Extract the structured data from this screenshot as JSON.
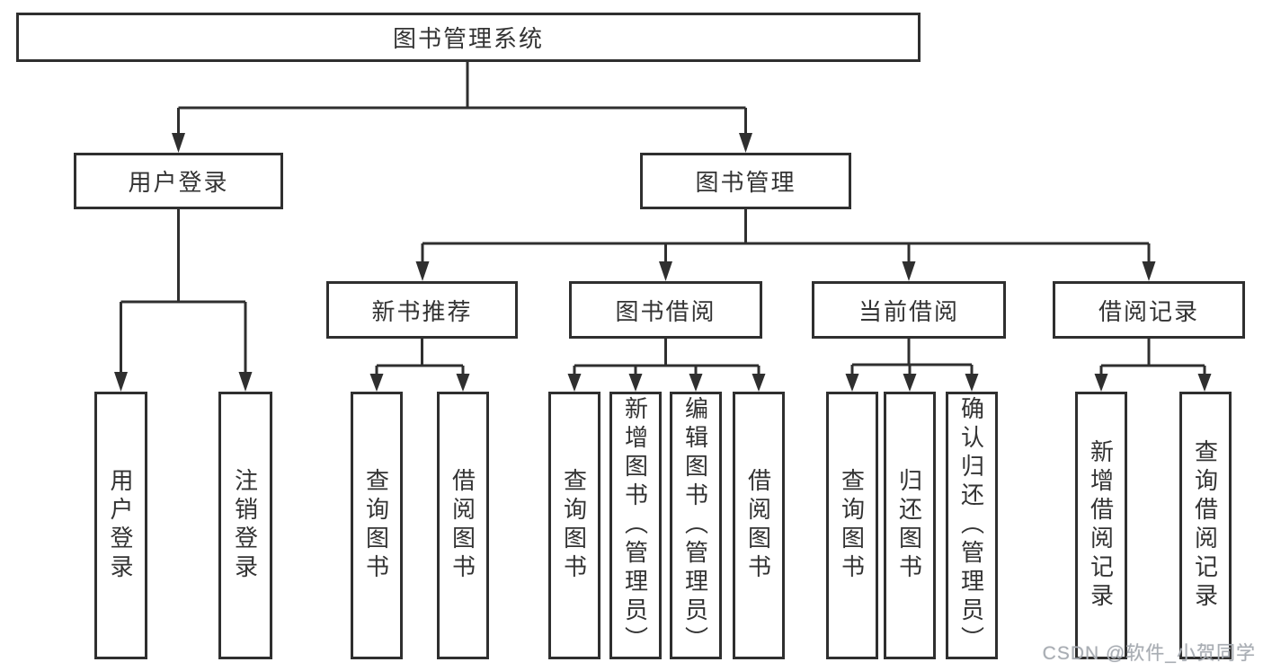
{
  "diagram": {
    "root": {
      "label": "图书管理系统",
      "children": [
        {
          "label": "用户登录",
          "children": [
            {
              "label": "用户登录"
            },
            {
              "label": "注销登录"
            }
          ]
        },
        {
          "label": "图书管理",
          "children": [
            {
              "label": "新书推荐",
              "children": [
                {
                  "label": "查询图书"
                },
                {
                  "label": "借阅图书"
                }
              ]
            },
            {
              "label": "图书借阅",
              "children": [
                {
                  "label": "查询图书"
                },
                {
                  "label": "新增图书（管理员）"
                },
                {
                  "label": "编辑图书（管理员）"
                },
                {
                  "label": "借阅图书"
                }
              ]
            },
            {
              "label": "当前借阅",
              "children": [
                {
                  "label": "查询图书"
                },
                {
                  "label": "归还图书"
                },
                {
                  "label": "确认归还（管理员）"
                }
              ]
            },
            {
              "label": "借阅记录",
              "children": [
                {
                  "label": "新增借阅记录"
                },
                {
                  "label": "查询借阅记录"
                }
              ]
            }
          ]
        }
      ]
    }
  },
  "watermark": {
    "text": "CSDN @软件_小贺同学"
  },
  "colors": {
    "line": "#2f2f2f",
    "text": "#333333",
    "background": "#ffffff",
    "watermark": "#a8adb3"
  }
}
